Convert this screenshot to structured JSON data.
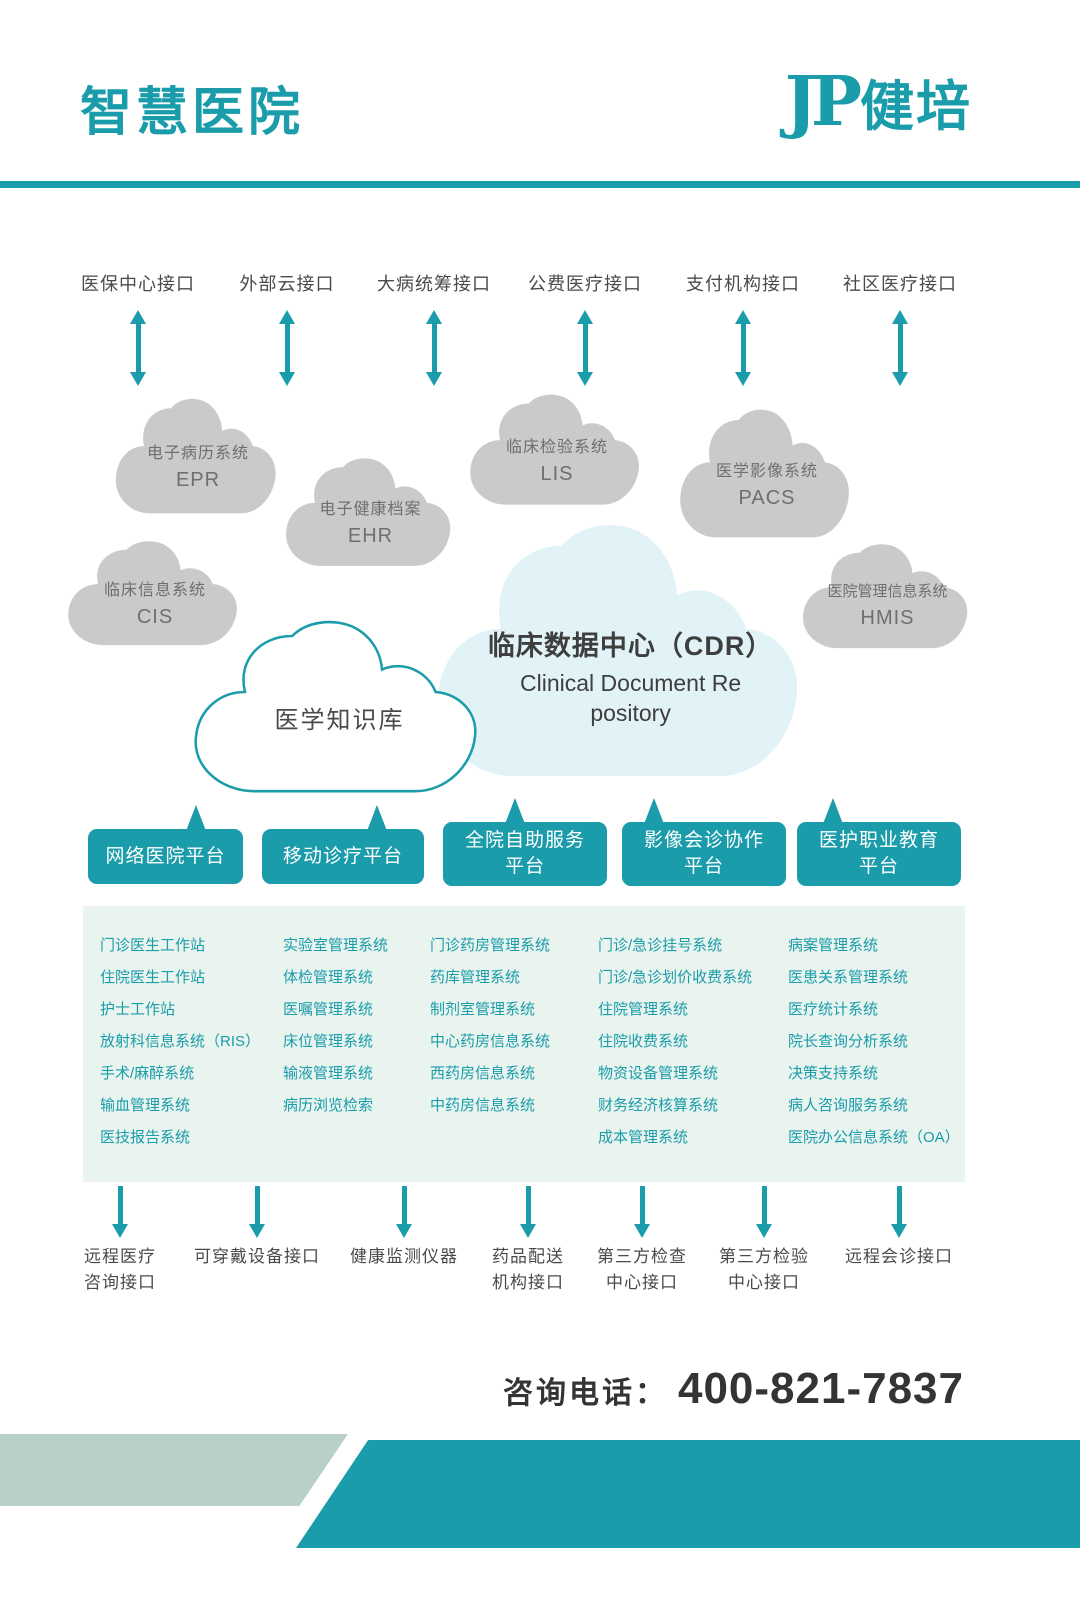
{
  "colors": {
    "teal": "#1A9CAB",
    "cloud_gray": "#C9CAC9",
    "cdr_fill": "#E2F3F8",
    "panel_green": "#E9F4EE",
    "bar_light": "#B9CFC9"
  },
  "header": {
    "title": "智慧医院",
    "logo_jp": "JP",
    "logo_cn": "健培"
  },
  "top_interfaces": [
    {
      "label": "医保中心接口"
    },
    {
      "label": "外部云接口"
    },
    {
      "label": "大病统筹接口"
    },
    {
      "label": "公费医疗接口"
    },
    {
      "label": "支付机构接口"
    },
    {
      "label": "社区医疗接口"
    }
  ],
  "clouds": {
    "epr": {
      "name": "电子病历系统",
      "abbr": "EPR"
    },
    "ehr": {
      "name": "电子健康档案",
      "abbr": "EHR"
    },
    "lis": {
      "name": "临床检验系统",
      "abbr": "LIS"
    },
    "pacs": {
      "name": "医学影像系统",
      "abbr": "PACS"
    },
    "cis": {
      "name": "临床信息系统",
      "abbr": "CIS"
    },
    "hmis": {
      "name": "医院管理信息系统",
      "abbr": "HMIS"
    },
    "cdr": {
      "title": "临床数据中心（CDR）",
      "subtitle": "Clinical Document Re\npository"
    },
    "knowledge": {
      "label": "医学知识库"
    }
  },
  "platforms": [
    {
      "label": "网络医院平台"
    },
    {
      "label": "移动诊疗平台"
    },
    {
      "label": "全院自助服务\n平台"
    },
    {
      "label": "影像会诊协作\n平台"
    },
    {
      "label": "医护职业教育\n平台"
    }
  ],
  "system_columns": [
    {
      "items": [
        "门诊医生工作站",
        "住院医生工作站",
        "护士工作站",
        "放射科信息系统（RIS）",
        "手术/麻醉系统",
        "输血管理系统",
        "医技报告系统"
      ]
    },
    {
      "items": [
        "实验室管理系统",
        "体检管理系统",
        "医嘱管理系统",
        "床位管理系统",
        "输液管理系统",
        "病历浏览检索"
      ]
    },
    {
      "items": [
        "门诊药房管理系统",
        "药库管理系统",
        "制剂室管理系统",
        "中心药房信息系统",
        "西药房信息系统",
        "中药房信息系统"
      ]
    },
    {
      "items": [
        "门诊/急诊挂号系统",
        "门诊/急诊划价收费系统",
        "住院管理系统",
        "住院收费系统",
        "物资设备管理系统",
        "财务经济核算系统",
        "成本管理系统"
      ]
    },
    {
      "items": [
        "病案管理系统",
        "医患关系管理系统",
        "医疗统计系统",
        "院长查询分析系统",
        "决策支持系统",
        "病人咨询服务系统",
        "医院办公信息系统（OA）"
      ]
    }
  ],
  "bottom_interfaces": [
    {
      "label": "远程医疗\n咨询接口"
    },
    {
      "label": "可穿戴设备接口"
    },
    {
      "label": "健康监测仪器"
    },
    {
      "label": "药品配送\n机构接口"
    },
    {
      "label": "第三方检查\n中心接口"
    },
    {
      "label": "第三方检验\n中心接口"
    },
    {
      "label": "远程会诊接口"
    }
  ],
  "footer": {
    "phone_label": "咨询电话：",
    "phone_number": "400-821-7837"
  }
}
